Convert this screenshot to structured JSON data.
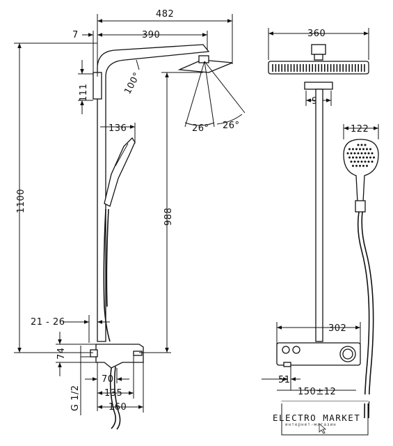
{
  "dimensions": {
    "overall_width": "482",
    "outlet_offset": "7",
    "arm_reach": "390",
    "arm_angle": "100°",
    "head_height": "111",
    "hand_shower_offset": "136",
    "total_height": "1100",
    "outlet_height": "988",
    "wall_gap": "21 - 26",
    "mixer_height": "74",
    "thread": "G 1/2",
    "spout_depth": "70",
    "mixer_depth_1": "135",
    "mixer_depth_2": "160",
    "head_diameter": "360",
    "pipe_center": "98",
    "hand_shower_width": "122",
    "spray_angle_left": "26°",
    "spray_angle_right": "26°",
    "thermostat_width": "302",
    "inlet_offset": "51",
    "inlet_spacing": "150±12"
  },
  "logo": {
    "name": "ELECTRO MARKET",
    "tagline": "интернет-магазин"
  }
}
